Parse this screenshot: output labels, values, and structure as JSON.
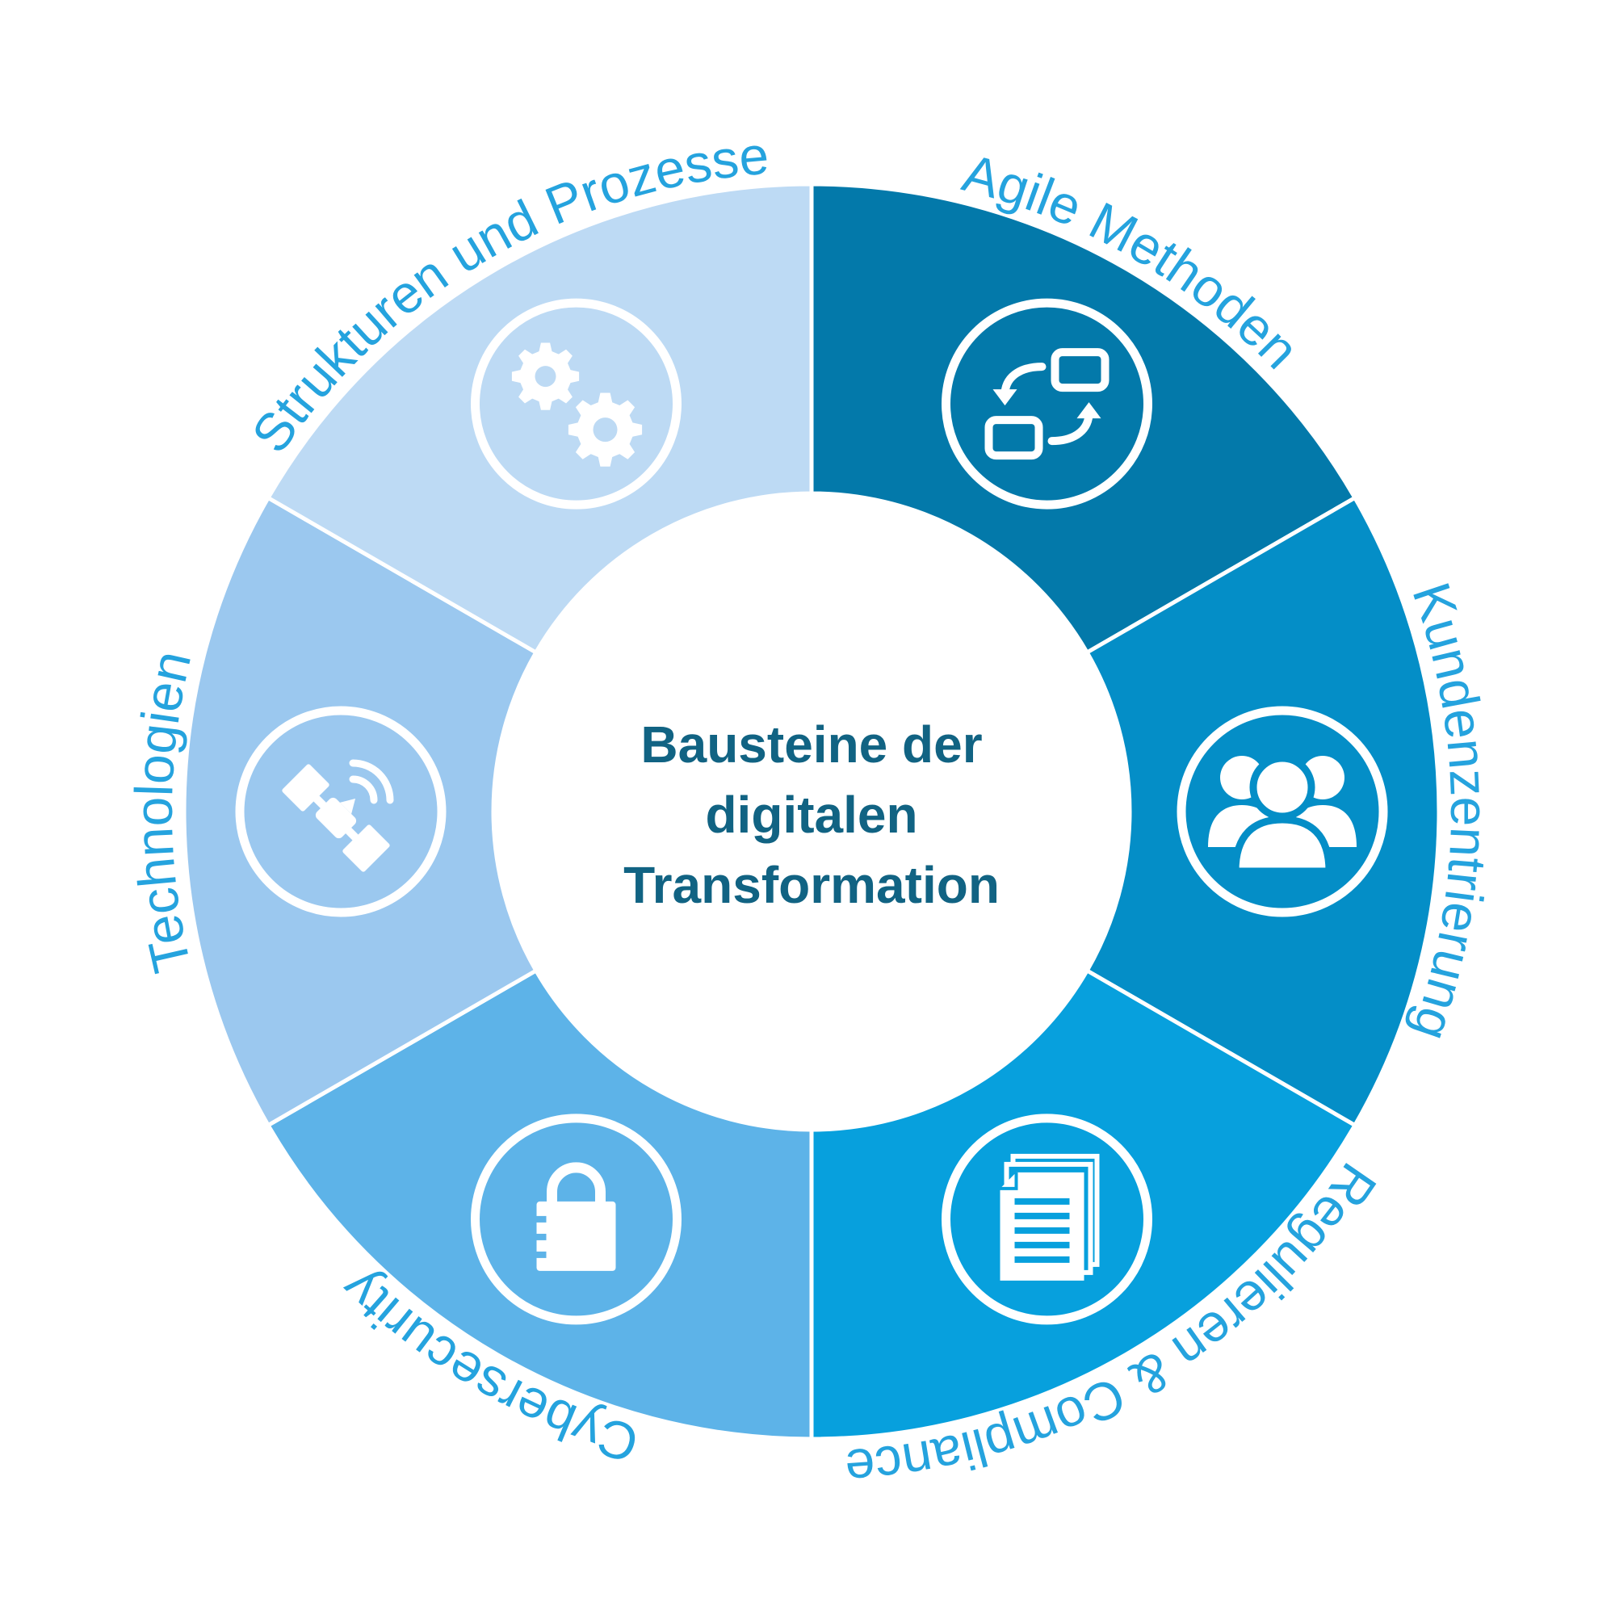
{
  "diagram": {
    "center_title": [
      "Bausteine der",
      "digitalen",
      "Transformation"
    ],
    "center_title_color": "#116383",
    "label_color": "#25a3de",
    "segments": [
      {
        "label": "Agile Methoden",
        "color": "#0379aa",
        "icon": "agile-cycle-icon"
      },
      {
        "label": "Kundenzentrierung",
        "color": "#048ec7",
        "icon": "people-group-icon"
      },
      {
        "label": "Regulieren & Compliance",
        "color": "#07a0dd",
        "icon": "documents-icon"
      },
      {
        "label": "Cybersecurity",
        "color": "#5db3e8",
        "icon": "padlock-icon"
      },
      {
        "label": "Technologien",
        "color": "#9bc8ef",
        "icon": "satellite-icon"
      },
      {
        "label": "Strukturen und Prozesse",
        "color": "#bddaf4",
        "icon": "gears-icon"
      }
    ]
  }
}
